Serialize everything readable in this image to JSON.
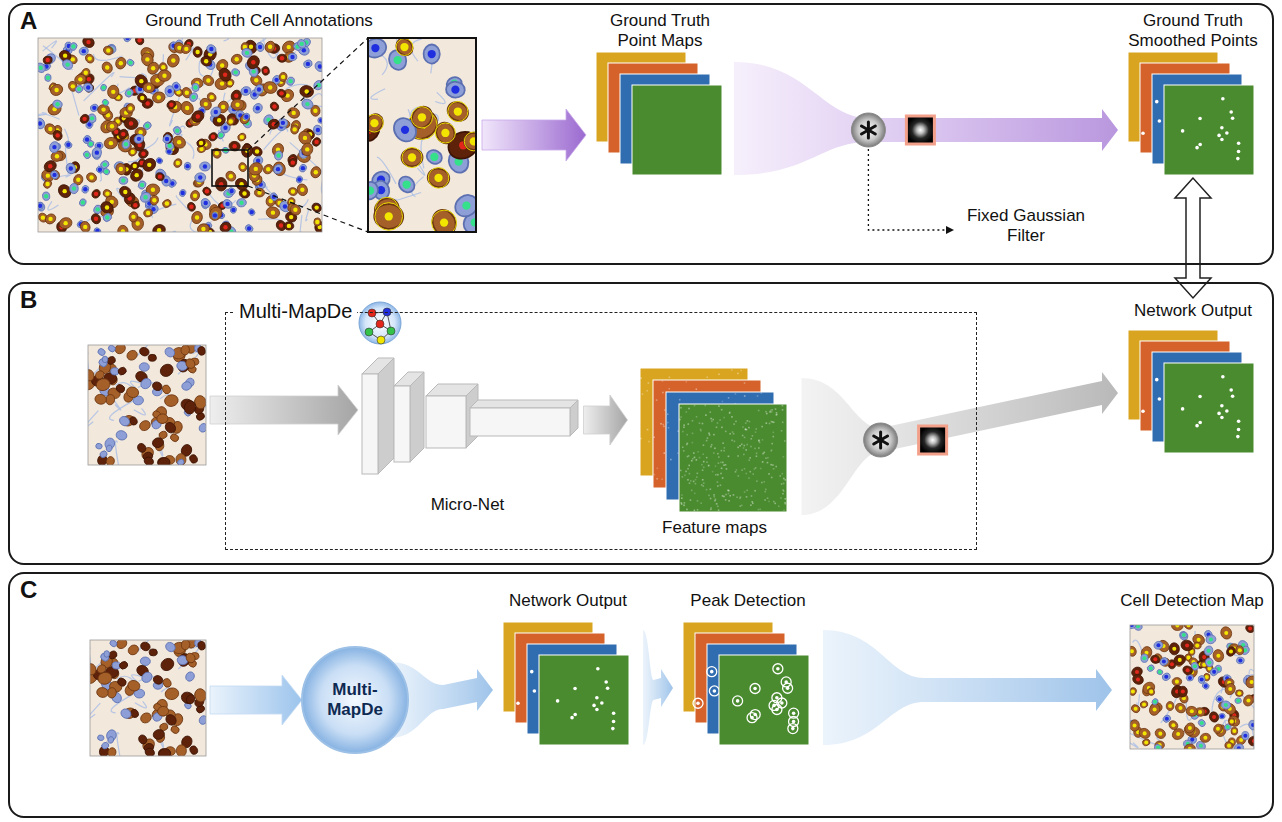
{
  "diagram": {
    "nodes": [
      {
        "text": [
          "A"
        ]
      },
      {
        "text": [
          "Ground Truth Cell Annotations"
        ],
        "in": 0
      },
      {
        "text": [
          "Ground Truth Point Maps"
        ],
        "in": 0
      },
      {
        "text": [
          "Ground Truth Smoothed Points"
        ],
        "in": 0
      },
      {
        "text": [
          "B"
        ]
      },
      {
        "text": [
          "Multi-MapDe"
        ],
        "in": 4
      },
      {
        "text": [
          "Micro-Net"
        ],
        "in": 5
      },
      {
        "text": [
          "Feature maps"
        ],
        "in": 5
      },
      {
        "text": [
          "Network Output"
        ],
        "in": 4
      },
      {
        "text": [
          "C"
        ]
      },
      {
        "text": [
          "Multi- MapDe"
        ],
        "in": 9
      },
      {
        "text": [
          "Network Output"
        ],
        "in": 9
      },
      {
        "text": [
          "Peak Detection"
        ],
        "in": 9
      },
      {
        "text": [
          "Cell Detection Map"
        ],
        "in": 9
      }
    ],
    "edges": [
      {
        "from": 1,
        "to": 2,
        "arrow": "to"
      },
      {
        "from": 2,
        "to": 3,
        "arrow": "to"
      },
      {
        "from": 3,
        "to": 8,
        "arrow": "both"
      },
      {
        "from": 6,
        "to": 7,
        "arrow": "to"
      },
      {
        "from": 7,
        "to": 8,
        "arrow": "to"
      },
      {
        "from": 10,
        "to": 11,
        "arrow": "to"
      },
      {
        "from": 11,
        "to": 12,
        "arrow": "to"
      },
      {
        "from": 12,
        "to": 13,
        "arrow": "to"
      }
    ],
    "labels": [
      "Fixed Gaussian Filter"
    ]
  }
}
